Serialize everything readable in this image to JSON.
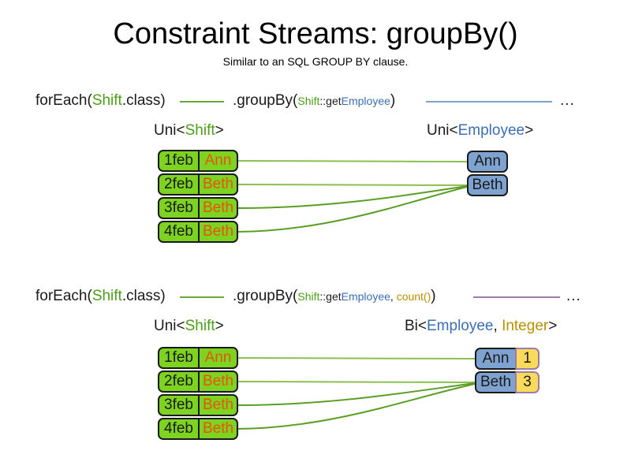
{
  "slide": {
    "title": "Constraint Streams: groupBy()",
    "subtitle": "Similar to an SQL GROUP BY clause.",
    "ellipsis": "..."
  },
  "colors": {
    "shift_green": "#7ed321",
    "employee_blue": "#7fa3d0",
    "count_yellow": "#fada5a",
    "name_orange": "#e8530e",
    "keyword_green": "#4b9e15",
    "keyword_blue": "#3c6eb4",
    "keyword_gold": "#bb9000",
    "connector_green": "#6aa83c",
    "connector_blue": "#7e9fc8",
    "connector_purple": "#9f7ba8",
    "border_dark": "#1a1a1a",
    "border_purple": "#9f7ba8"
  },
  "sections": [
    {
      "id": "groupby-single",
      "pipeline": {
        "for_each_prefix": "forEach(",
        "for_each_type": "Shift",
        "for_each_suffix": ".class)",
        "group_by_prefix": ".groupBy(",
        "arg_type": "Shift",
        "arg_sep": "::get",
        "arg_prop": "Employee",
        "group_by_suffix": ")"
      },
      "left_label": {
        "outer_pre": "Uni<",
        "type_a": "Shift",
        "outer_post": ">"
      },
      "right_label": {
        "outer_pre": "Uni<",
        "type_a": "Employee",
        "outer_post": ">"
      },
      "shifts": [
        {
          "date": "1feb",
          "employee": "Ann"
        },
        {
          "date": "2feb",
          "employee": "Beth"
        },
        {
          "date": "3feb",
          "employee": "Beth"
        },
        {
          "date": "4feb",
          "employee": "Beth"
        }
      ],
      "groups": [
        {
          "employee": "Ann"
        },
        {
          "employee": "Beth"
        }
      ]
    },
    {
      "id": "groupby-count",
      "pipeline": {
        "for_each_prefix": "forEach(",
        "for_each_type": "Shift",
        "for_each_suffix": ".class)",
        "group_by_prefix": ".groupBy(",
        "arg_type": "Shift",
        "arg_sep": "::get",
        "arg_prop": "Employee",
        "arg_comma": ", ",
        "arg_collector": "count()",
        "group_by_suffix": ")"
      },
      "left_label": {
        "outer_pre": "Uni<",
        "type_a": "Shift",
        "outer_post": ">"
      },
      "right_label": {
        "outer_pre": "Bi<",
        "type_a": "Employee",
        "sep": ", ",
        "type_b": "Integer",
        "outer_post": ">"
      },
      "shifts": [
        {
          "date": "1feb",
          "employee": "Ann"
        },
        {
          "date": "2feb",
          "employee": "Beth"
        },
        {
          "date": "3feb",
          "employee": "Beth"
        },
        {
          "date": "4feb",
          "employee": "Beth"
        }
      ],
      "groups": [
        {
          "employee": "Ann",
          "count": "1"
        },
        {
          "employee": "Beth",
          "count": "3"
        }
      ]
    }
  ]
}
